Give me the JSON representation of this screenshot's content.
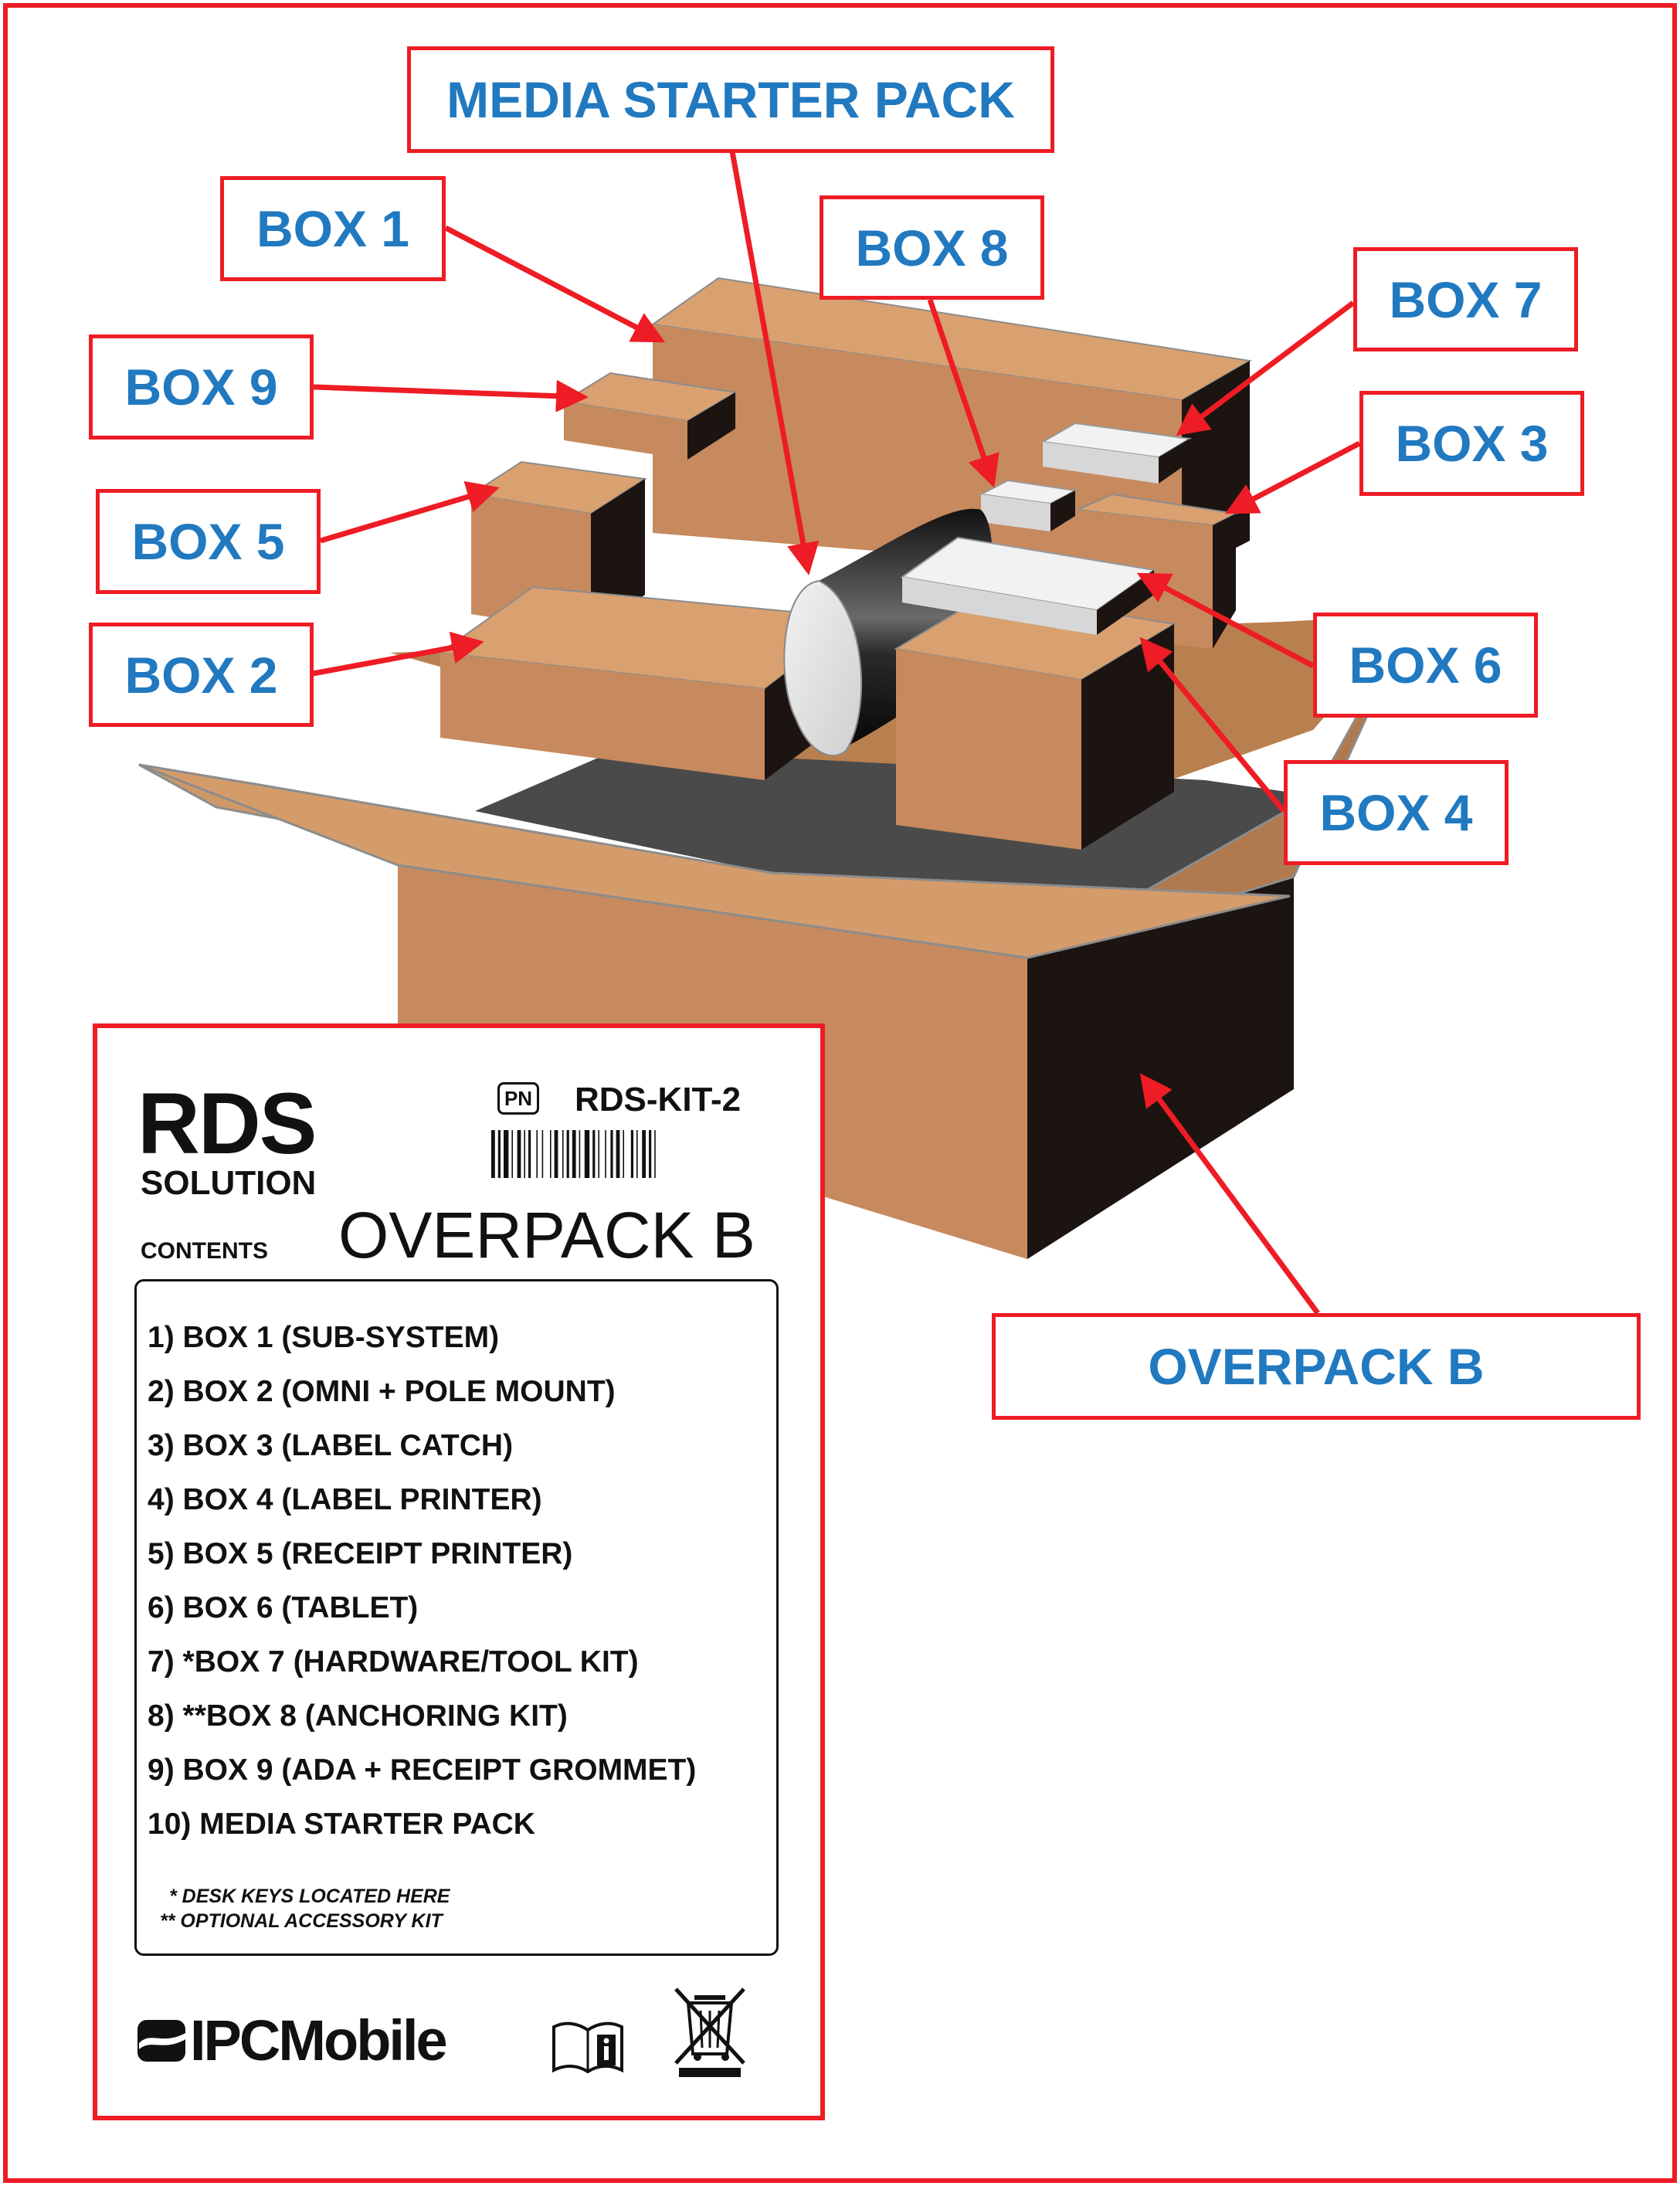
{
  "callouts": {
    "media_starter_pack": "MEDIA STARTER PACK",
    "box1": "BOX 1",
    "box2": "BOX 2",
    "box3": "BOX 3",
    "box4": "BOX 4",
    "box5": "BOX 5",
    "box6": "BOX 6",
    "box7": "BOX 7",
    "box8": "BOX 8",
    "box9": "BOX 9",
    "overpack_b": "OVERPACK B"
  },
  "label": {
    "brand_line1": "RDS",
    "brand_line2": "SOLUTION",
    "contents_heading": "CONTENTS",
    "pn_badge": "PN",
    "part_number": "RDS-KIT-2",
    "title": "OVERPACK B",
    "items": [
      "1) BOX 1 (SUB-SYSTEM)",
      "2) BOX 2 (OMNI + POLE MOUNT)",
      "3) BOX 3 (LABEL CATCH)",
      "4) BOX 4 (LABEL PRINTER)",
      "5) BOX 5 (RECEIPT PRINTER)",
      "6) BOX 6 (TABLET)",
      "7) *BOX 7 (HARDWARE/TOOL KIT)",
      "8) **BOX 8 (ANCHORING KIT)",
      "9) BOX 9 (ADA + RECEIPT GROMMET)",
      "10) MEDIA STARTER PACK"
    ],
    "note1": "* DESK KEYS LOCATED HERE",
    "note2": "** OPTIONAL ACCESSORY KIT",
    "manufacturer": "IPCMobile",
    "icons": [
      "barcode-icon",
      "ipcmobile-logo-icon",
      "manual-info-icon",
      "weee-bin-icon"
    ]
  },
  "colors": {
    "callout_border": "#ee1c24",
    "callout_text": "#2179c0",
    "cardboard_light": "#d9a070",
    "cardboard_mid": "#c68a5e",
    "cardboard_shadow": "#1c1410",
    "box_insert": "#4a4a4a"
  }
}
